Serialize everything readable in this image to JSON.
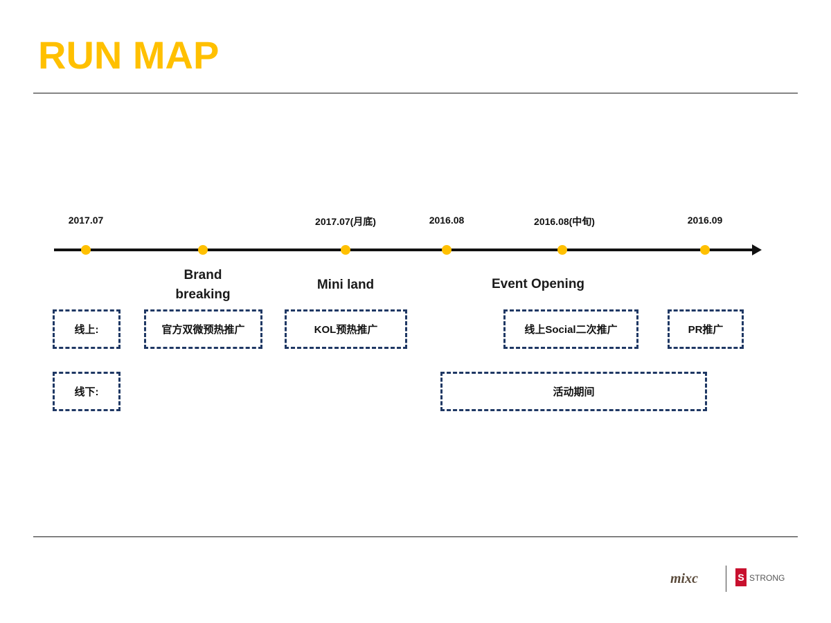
{
  "title": "RUN MAP",
  "colors": {
    "title": "#FFC000",
    "milestone_dot": "#FFC000",
    "timeline": "#111111",
    "box_border": "#1F3864"
  },
  "timeline": {
    "dates": [
      "2017.07",
      "2017.07(月底)",
      "2016.08",
      "2016.08(中旬)",
      "2016.09"
    ],
    "phases": {
      "brand_line1": "Brand",
      "brand_line2": "breaking",
      "mini_land": "Mini land",
      "event_opening": "Event Opening"
    }
  },
  "rows": {
    "online_label": "线上:",
    "offline_label": "线下:"
  },
  "boxes": {
    "official_preheat": "官方双微预热推广",
    "kol_preheat": "KOL预热推广",
    "social_secondary": "线上Social二次推广",
    "pr": "PR推广",
    "event_period": "活动期间"
  },
  "logos": {
    "mix_icon": "mixc-logo",
    "mix_text": "mixc",
    "strong_icon": "s-logo",
    "strong_text": "STRONG"
  }
}
